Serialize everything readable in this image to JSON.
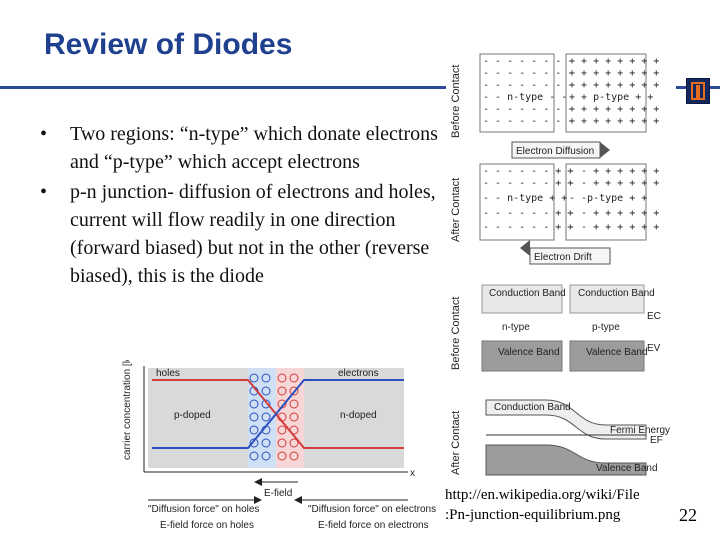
{
  "slide": {
    "title": "Review of Diodes",
    "page_number": "22",
    "bullets": [
      "Two regions: “n-type” which donate electrons and “p-type” which accept electrons",
      "p-n junction- diffusion of electrons and holes, current will flow readily in one direction (forward biased) but not in the other (reverse biased), this is the diode"
    ],
    "caption_line1": "http://en.wikipedia.org/wiki/File",
    "caption_line2": ":Pn-junction-equilibrium.png"
  },
  "junction_figure": {
    "before_contact": "Before Contact",
    "after_contact": "After Contact",
    "n_type": "n-type",
    "p_type": "p-type",
    "electron_diffusion": "Electron Diffusion",
    "electron_drift": "Electron Drift",
    "neg_row": "- - - - - - - -",
    "pos_row": "+ + + + + + + +",
    "n_row_label": "- - n-type - -",
    "p_row_label": "+ + p-type + +",
    "after_n_row": "- - - - - - + +",
    "after_p_row": "- - + + + + + +",
    "after_n_label": "- - n-type + +",
    "after_p_label": "- -p-type + +"
  },
  "band_figure": {
    "before_contact": "Before Contact",
    "after_contact": "After Contact",
    "conduction_band": "Conduction Band",
    "valence_band": "Valence Band",
    "n_type": "n-type",
    "p_type": "p-type",
    "ec": "EC",
    "ev": "EV",
    "fermi_energy": "Fermi Energy",
    "ef": "EF"
  },
  "concentration_figure": {
    "ylabel": "carrier concentration [log scale]",
    "holes": "holes",
    "electrons": "electrons",
    "p_doped": "p-doped",
    "n_doped": "n-doped",
    "e_field": "E-field",
    "x_axis": "x",
    "diffusion_holes": "\"Diffusion force\" on holes",
    "diffusion_electrons": "\"Diffusion force\" on electrons",
    "efield_holes": "E-field force on holes",
    "efield_electrons": "E-field force on electrons"
  },
  "colors": {
    "title": "#1f3f8f",
    "rule": "#2b4a9a",
    "holes": "#d23c3c",
    "electrons": "#2c4fbf",
    "logo_bg": "#13295e",
    "logo_fg": "#e56b1f"
  }
}
